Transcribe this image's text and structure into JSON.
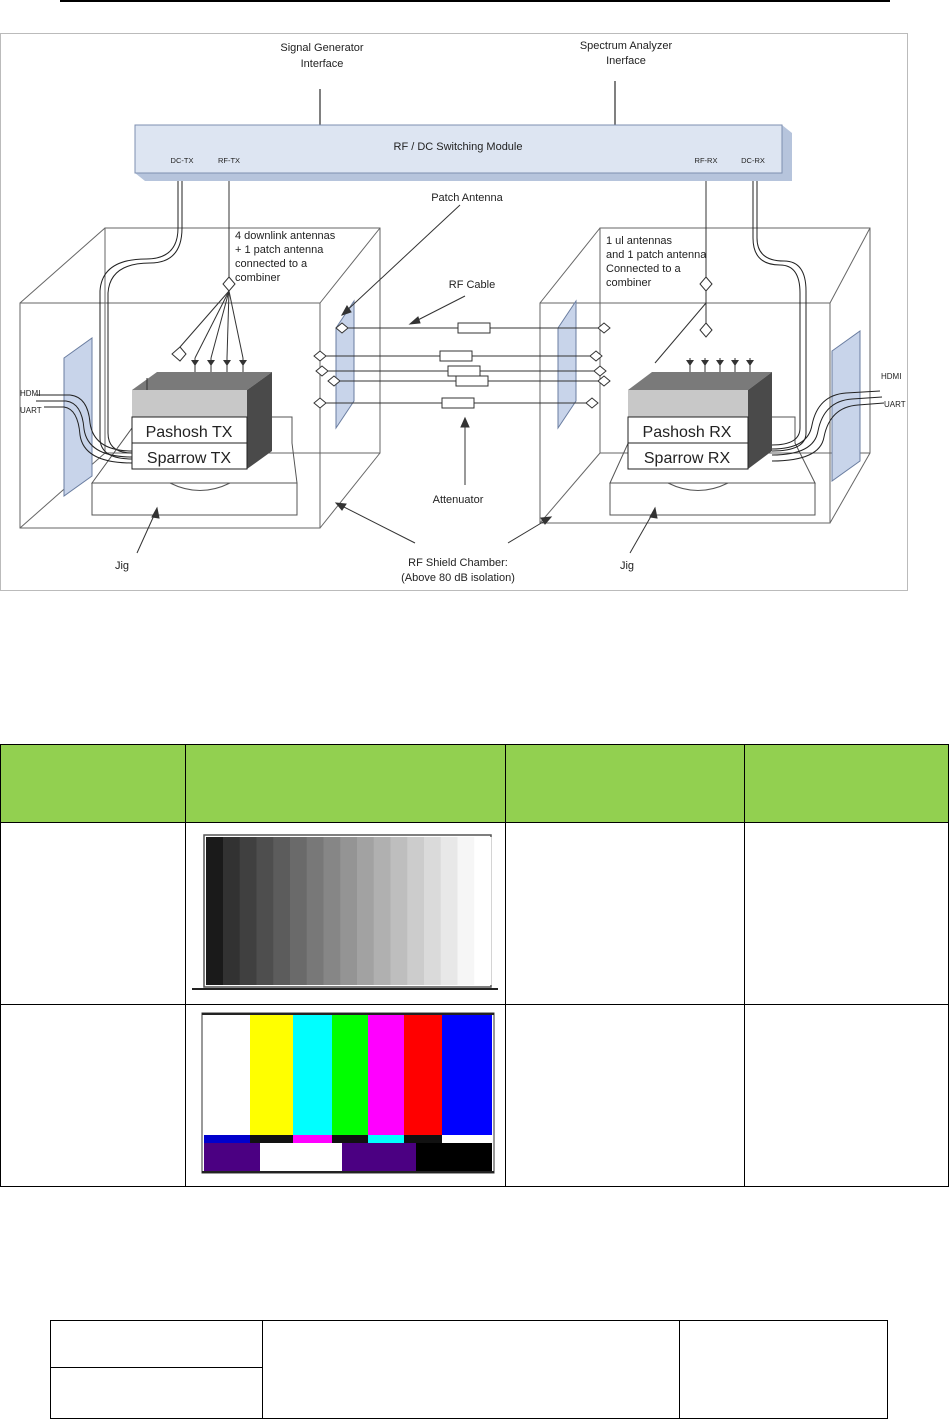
{
  "diagram": {
    "labels": {
      "signal_generator": [
        "Signal Generator",
        "Interface"
      ],
      "spectrum_analyzer": [
        "Spectrum Analyzer",
        "Inerface"
      ],
      "switching_module": "RF / DC Switching Module",
      "dc_tx": "DC-TX",
      "rf_tx": "RF-TX",
      "rf_rx": "RF-RX",
      "dc_rx": "DC-RX",
      "patch_antenna": "Patch Antenna",
      "tx_antennas_note": [
        "4 downlink antennas",
        "+ 1 patch antenna",
        "connected to a",
        "combiner"
      ],
      "rx_antennas_note": [
        "1 ul antennas",
        "and 1 patch antenna",
        "Connected to a",
        "combiner"
      ],
      "rf_cable": "RF Cable",
      "hdmi_left": "HDMI",
      "uart_left": "UART",
      "hdmi_right": "HDMI",
      "uart_right": "UART",
      "pashosh_tx": "Pashosh TX",
      "sparrow_tx": "Sparrow TX",
      "pashosh_rx": "Pashosh RX",
      "sparrow_rx": "Sparrow RX",
      "attenuator": "Attenuator",
      "jig_left": "Jig",
      "jig_right": "Jig",
      "shield_chamber": [
        "RF Shield Chamber:",
        "(Above 80 dB isolation)"
      ]
    }
  },
  "pattern_table": {
    "headers": [
      "",
      "",
      "",
      ""
    ],
    "rows": [
      {
        "pattern": "grayscale-ramp"
      },
      {
        "pattern": "color-bars"
      }
    ]
  },
  "colors": {
    "table_header": "#92d050",
    "switch_module_fill": "#dde5f2"
  }
}
